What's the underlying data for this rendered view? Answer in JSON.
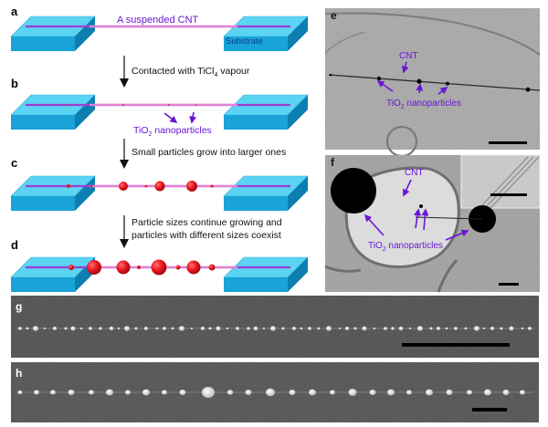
{
  "colors": {
    "block_top": "#5bd3f3",
    "block_front": "#1aa3d6",
    "block_side": "#0c7fb0",
    "cnt": "#9b3fd1",
    "particle": "#e8121d",
    "annotation": "#6a16d6",
    "panel_label": "#111111",
    "arrow": "#111111",
    "em_bg": "#a9a9a9",
    "sem_bg": "#4a4a4a",
    "scale_bar_dark": "#000000",
    "scale_bar_light": "#ffffff"
  },
  "panels": {
    "a": {
      "letter": "a",
      "cnt_label": "A suspended CNT",
      "substrate_label": "Substrate"
    },
    "b": {
      "letter": "b",
      "step_text": "Contacted with TiCl",
      "step_sub": "4",
      "step_tail": " vapour",
      "np_pre": "TiO",
      "np_sub": "2",
      "np_post": " nanoparticles"
    },
    "c": {
      "letter": "c",
      "step_text": "Small particles grow into larger ones"
    },
    "d": {
      "letter": "d",
      "step_line1": "Particle sizes continue growing and",
      "step_line2": "particles with different sizes coexist"
    },
    "e": {
      "letter": "e",
      "cnt_label": "CNT",
      "np_pre": "TiO",
      "np_sub": "2",
      "np_post": " nanoparticles"
    },
    "f": {
      "letter": "f",
      "cnt_label": "CNT",
      "np_pre": "TiO",
      "np_sub": "2",
      "np_post": " nanoparticles"
    },
    "g": {
      "letter": "g"
    },
    "h": {
      "letter": "h"
    }
  }
}
